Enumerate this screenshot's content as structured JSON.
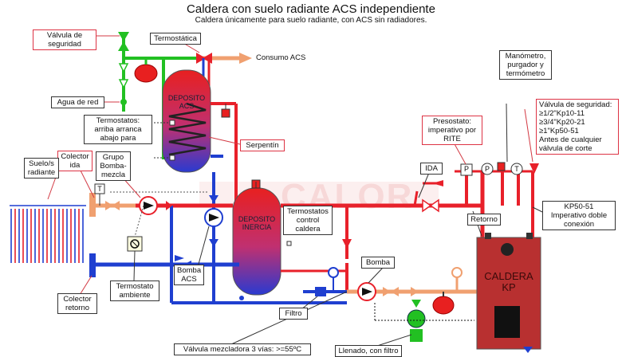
{
  "title": "Caldera con suelo radiante ACS independiente",
  "subtitle": "Caldera únicamente para suelo radiante, con ACS sin radiadores.",
  "watermark": "CALOR",
  "colors": {
    "hot": "#e8202a",
    "cold": "#1f3fd0",
    "green": "#22c022",
    "orange": "#f0a070",
    "boiler": "#b83030",
    "label_border": "#d33a44"
  },
  "labels": {
    "valvula_seguridad": "Válvula de seguridad",
    "termostatica": "Termostática",
    "consumo_acs": "Consumo ACS",
    "agua_red": "Agua de red",
    "termostatos_deposito": "Termostatos:\narriba arranca\nabajo para",
    "serpentin": "Serpentín",
    "colector_ida": "Colector\nida",
    "suelo_radiante": "Suelo/s\nradiante",
    "grupo_bomba": "Grupo\nBomba-\nmezcla",
    "termostato_ambiente": "Termostato\nambiente",
    "colector_retorno": "Colector\nretorno",
    "bomba_acs": "Bomba\nACS",
    "termostatos_control": "Termostatos\ncontrol\ncaldera",
    "filtro": "Filtro",
    "bomba": "Bomba",
    "ida": "IDA",
    "presostato": "Presostato:\nimperativo por\nRITE",
    "manometro": "Manómetro,\npurgador y\ntermómetro",
    "valvula_seguridad_caldera": "Válvula de seguridad:\n≥1/2\"Kp10-11\n≥3/4\"Kp20-21\n≥1\"Kp50-51\nAntes de cualquier\nválvula de corte",
    "kp": "KP50-51\nImperativo doble\nconexión",
    "retorno": "Retorno",
    "valvula_mezcladora": "Válvula mezcladora 3 vías: >=55ºC",
    "llenado_filtro": "Llenado, con filtro"
  },
  "tanks": {
    "deposito_acs": "DEPOSITO\nACS",
    "deposito_inercia": "DEPOSITO\nINERCIA",
    "caldera": "CALDERA\nKP"
  },
  "instruments": {
    "thermometer": "T",
    "pressure": "P",
    "presostato": "P"
  }
}
